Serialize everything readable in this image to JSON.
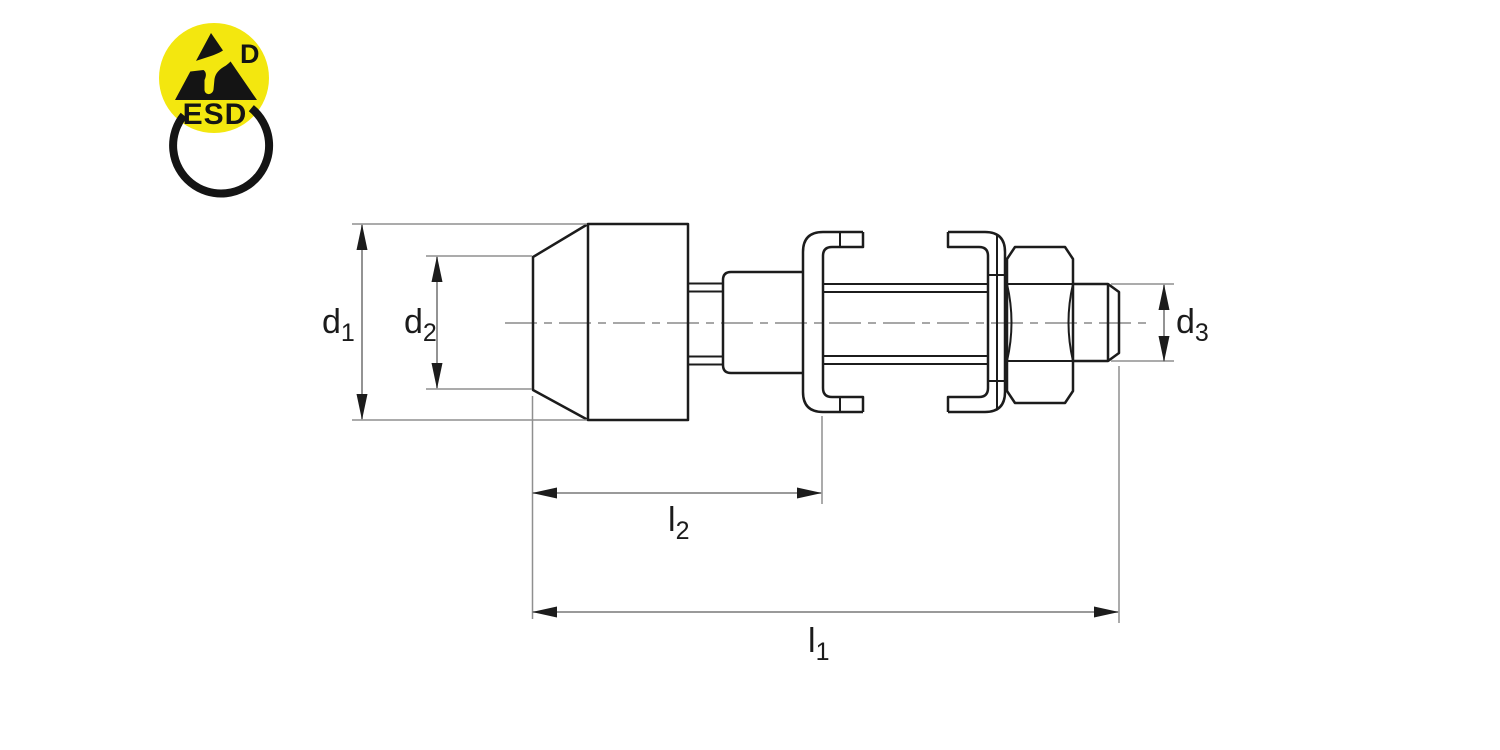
{
  "drawing": {
    "type": "technical-dimension-drawing",
    "view": "side-view"
  },
  "colors": {
    "background": "#ffffff",
    "outline": "#1c1c1c",
    "dimension_lines": "#8f8f8f",
    "centerline": "#9b9b9b",
    "esd_yellow": "#f3e70f",
    "esd_black": "#141414"
  },
  "esd_logo": {
    "label": "ESD",
    "badge_letter": "D"
  },
  "dimension_labels": {
    "d1": {
      "symbol": "d",
      "subscript": "1"
    },
    "d2": {
      "symbol": "d",
      "subscript": "2"
    },
    "d3": {
      "symbol": "d",
      "subscript": "3"
    },
    "l1": {
      "symbol": "l",
      "subscript": "1"
    },
    "l2": {
      "symbol": "l",
      "subscript": "2"
    }
  }
}
